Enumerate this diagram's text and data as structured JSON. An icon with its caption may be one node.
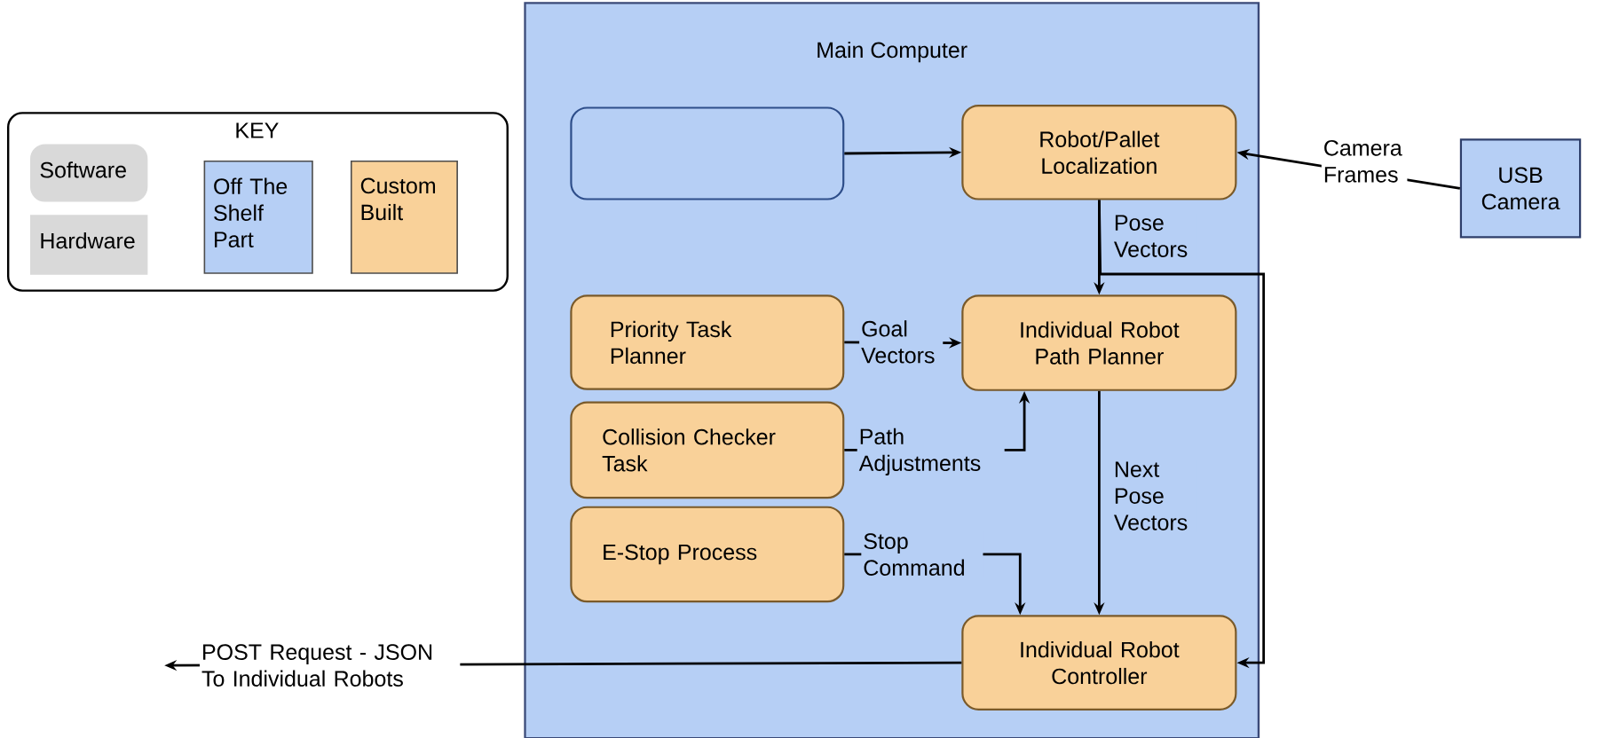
{
  "diagram": {
    "nodes": [
      {
        "text": [
          "Main Computer"
        ]
      },
      {
        "text": [],
        "shape": "box",
        "in": 0
      },
      {
        "text": [
          "Robot/Pallet Localization"
        ],
        "in": 0
      },
      {
        "text": [
          "USB Camera"
        ]
      },
      {
        "text": [
          "Priority Task Planner"
        ],
        "in": 0
      },
      {
        "text": [
          "Individual Robot Path Planner"
        ],
        "in": 0
      },
      {
        "text": [
          "Collision Checker Task"
        ],
        "in": 0
      },
      {
        "text": [
          "E-Stop Process"
        ],
        "in": 0
      },
      {
        "text": [
          "Individual Robot Controller"
        ],
        "in": 0
      }
    ],
    "edges": [
      {
        "from": 1,
        "to": 2,
        "arrow": "to"
      },
      {
        "from": 3,
        "to": 2,
        "arrow": "to",
        "label": "Camera Frames"
      },
      {
        "from": 2,
        "to": 5,
        "arrow": "to",
        "label": "Pose Vectors"
      },
      {
        "from": 2,
        "to": 8,
        "arrow": "to"
      },
      {
        "from": 4,
        "to": 5,
        "arrow": "to",
        "label": "Goal Vectors"
      },
      {
        "from": 6,
        "to": 5,
        "arrow": "to",
        "label": "Path Adjustments"
      },
      {
        "from": 5,
        "to": 8,
        "arrow": "to",
        "label": "Next Pose Vectors"
      },
      {
        "from": 7,
        "to": 8,
        "arrow": "to",
        "label": "Stop Command"
      },
      {
        "from": 8,
        "to": null,
        "arrow": "to",
        "label": "POST Request - JSON To Individual Robots"
      }
    ],
    "labels": [
      "KEY"
    ],
    "legend": [
      {
        "text": "Software"
      },
      {
        "text": "Hardware"
      },
      {
        "text": "Off The Shelf Part",
        "color": "#b6cff5"
      },
      {
        "text": "Custom Built",
        "color": "#f9d199"
      }
    ]
  }
}
